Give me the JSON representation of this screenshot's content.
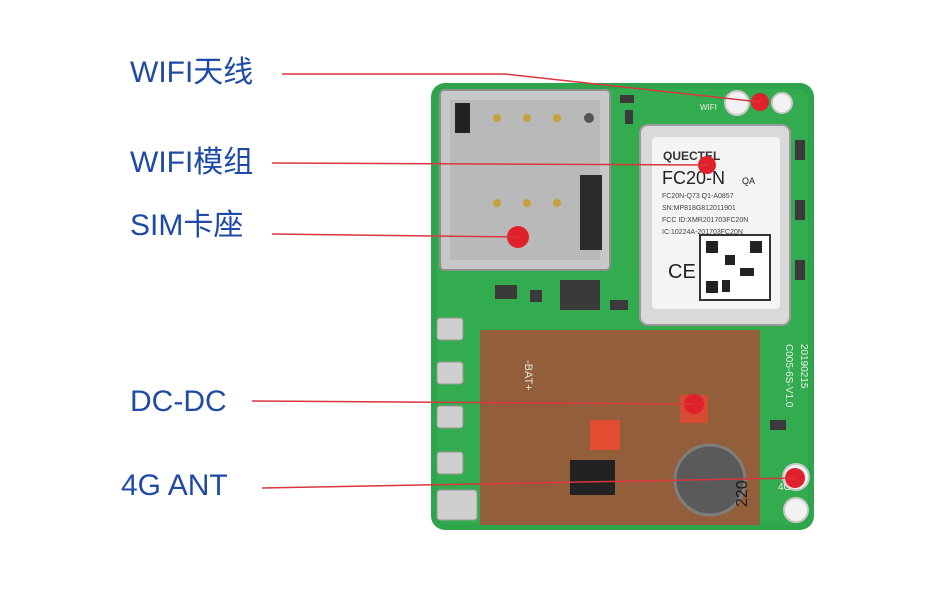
{
  "labels": {
    "wifi_antenna": "WIFI天线",
    "wifi_module": "WIFI模组",
    "sim_slot": "SIM卡座",
    "dcdc": "DC-DC",
    "ant_4g": "4G ANT"
  },
  "board": {
    "module_brand": "QUECTEL",
    "module_model": "FC20-N",
    "module_rev": "QA",
    "module_lines": [
      "FC20N-Q73  Q1-A0857",
      "SN:MP818G812011901",
      "FCC ID:XMR201703FC20N",
      "IC:10224A-201703FC20N"
    ],
    "ce_mark": "CE",
    "silk_code": "C005-6S-V1.0",
    "silk_date": "20190215",
    "silk_bat": "-BAT+",
    "silk_4g": "4G",
    "silk_wifi": "WIFI",
    "inductor_value": "220"
  },
  "colors": {
    "label_text": "#1f4aa6",
    "leader_line": "#d9363e",
    "pcb_green": "#2fa84a",
    "highlight_red": "#e0202a"
  }
}
